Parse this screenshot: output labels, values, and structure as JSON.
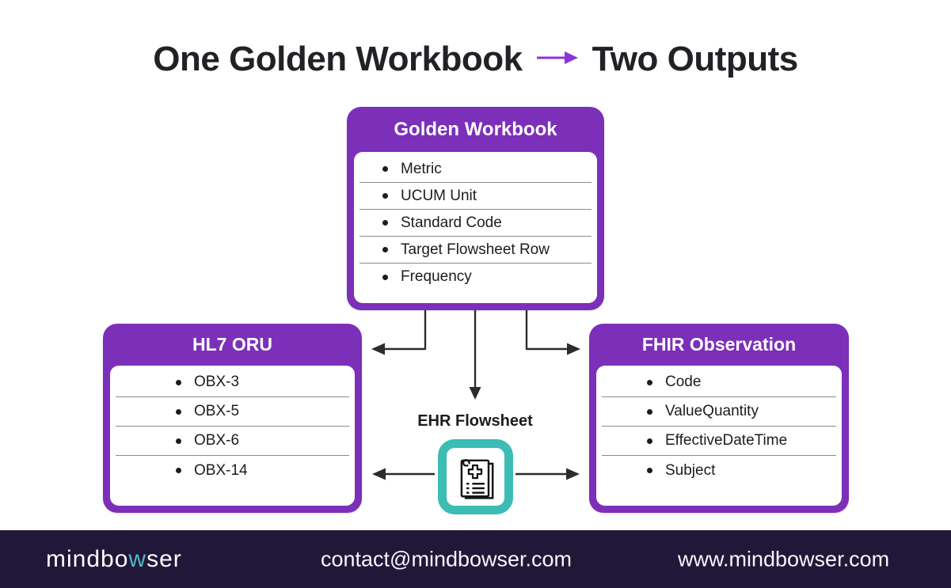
{
  "title": {
    "part1": "One Golden Workbook",
    "part2": "Two Outputs"
  },
  "cards": {
    "golden_workbook": {
      "title": "Golden Workbook",
      "items": [
        "Metric",
        "UCUM Unit",
        "Standard Code",
        "Target Flowsheet Row",
        "Frequency"
      ]
    },
    "hl7_oru": {
      "title": "HL7 ORU",
      "items": [
        "OBX-3",
        "OBX-5",
        "OBX-6",
        "OBX-14"
      ]
    },
    "fhir_observation": {
      "title": "FHIR Observation",
      "items": [
        "Code",
        "ValueQuantity",
        "EffectiveDateTime",
        "Subject"
      ]
    }
  },
  "center": {
    "label": "EHR Flowsheet",
    "icon": "clipboard-plus-icon"
  },
  "footer": {
    "logo": {
      "prefix": "mindbo",
      "highlight": "w",
      "suffix": "ser"
    },
    "email": "contact@mindbowser.com",
    "website": "www.mindbowser.com"
  },
  "colors": {
    "purple": "#7C2FB8",
    "title_arrow_purple": "#8A36D6",
    "teal": "#3BBCB4",
    "logo_highlight_teal": "#4FB9C6",
    "footer_background": "#211839",
    "connector_dark": "#2C2C2C"
  }
}
